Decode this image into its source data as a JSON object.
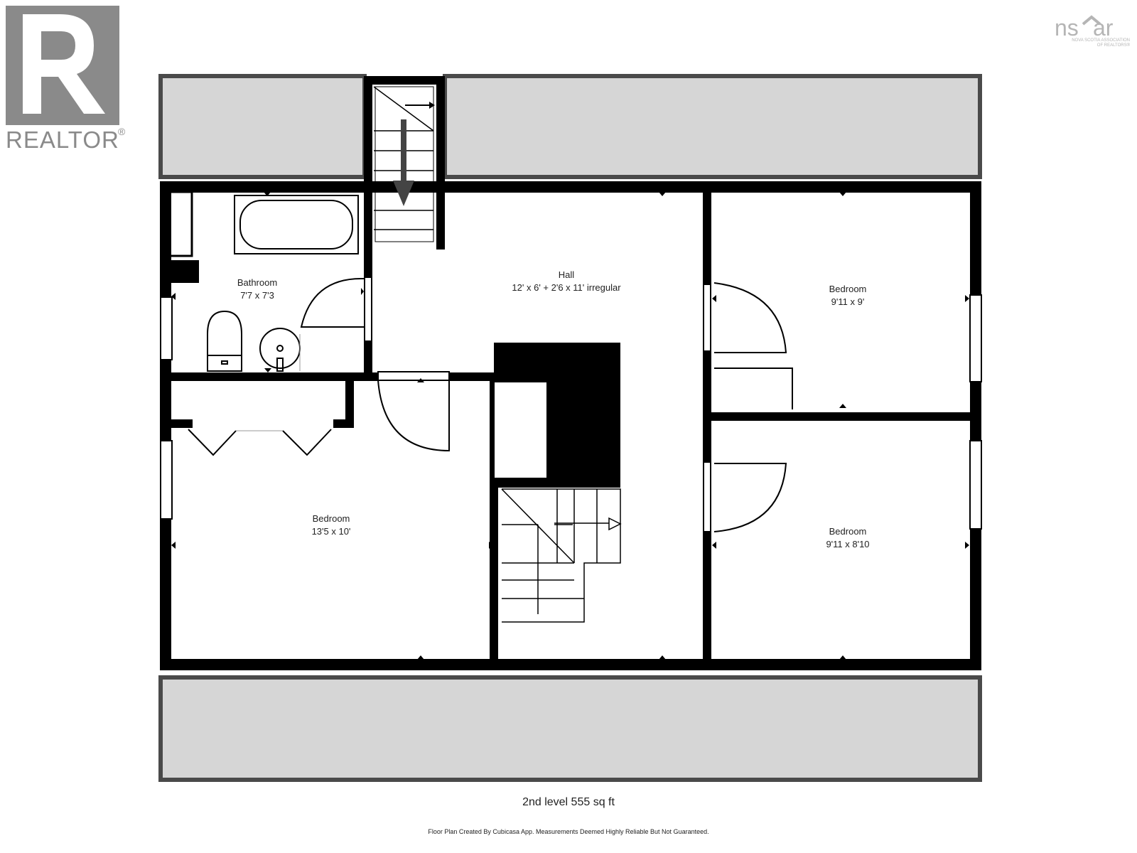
{
  "logos": {
    "realtor_word": "REALTOR",
    "realtor_mark": "®",
    "nsar_left": "ns",
    "nsar_right": "ar",
    "nsar_sub1": "NOVA SCOTIA ASSOCIATION",
    "nsar_sub2": "OF REALTORS®"
  },
  "rooms": [
    {
      "name": "Bathroom",
      "size": "7'7 x 7'3"
    },
    {
      "name": "Hall",
      "size": "12' x 6' + 2'6 x 11' irregular"
    },
    {
      "name": "Bedroom",
      "size": "9'11 x 9'"
    },
    {
      "name": "Bedroom",
      "size": "13'5 x 10'"
    },
    {
      "name": "Bedroom",
      "size": "9'11 x 8'10"
    }
  ],
  "level_label": "2nd level 555 sq ft",
  "disclaimer": "Floor Plan Created By Cubicasa App. Measurements Deemed Highly Reliable But Not Guaranteed.",
  "colors": {
    "wall": "#000000",
    "roof": "#d6d6d6",
    "logo_dark": "#8a8a8a",
    "logo_light": "#b5b5b5"
  }
}
